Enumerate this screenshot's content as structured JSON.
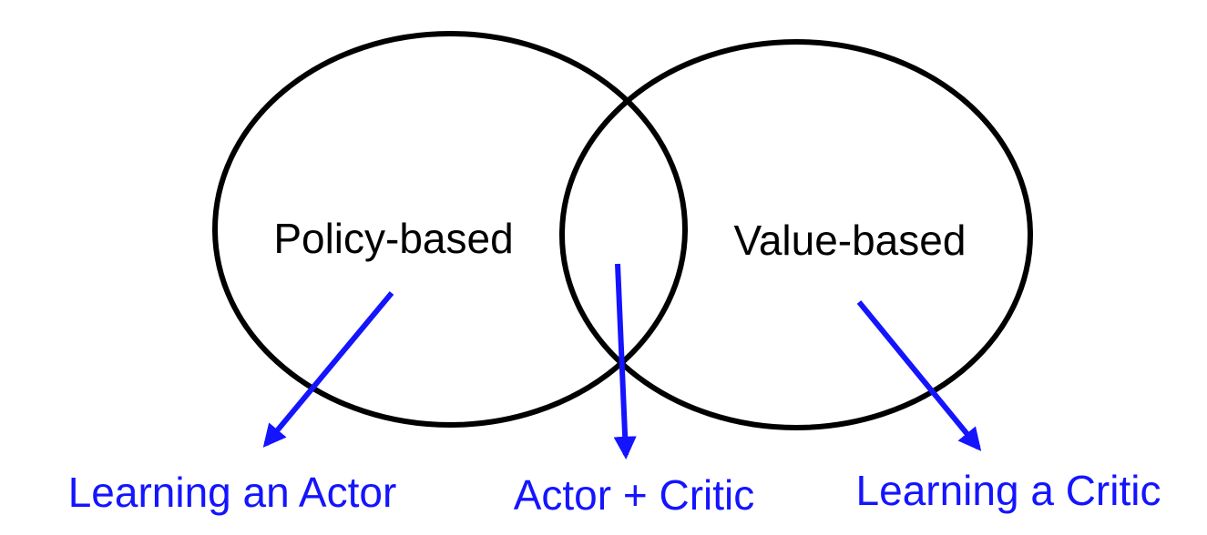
{
  "diagram": {
    "sets": {
      "left": {
        "label": "Policy-based"
      },
      "right": {
        "label": "Value-based"
      }
    },
    "outcomes": {
      "left": {
        "label": "Learning an Actor"
      },
      "center": {
        "label": "Actor + Critic"
      },
      "right": {
        "label": "Learning a Critic"
      }
    },
    "colors": {
      "circle_stroke": "#000000",
      "set_text": "#000000",
      "arrow": "#1414ff",
      "outcome_text": "#1414ff"
    }
  }
}
